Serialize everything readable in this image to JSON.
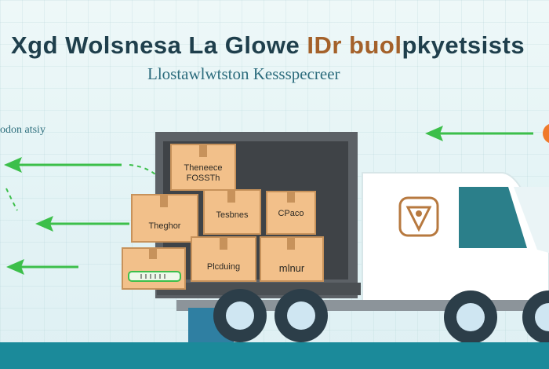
{
  "title": {
    "part1": "Xgd Wolsnesa La Glowe ",
    "part2": "IDr buol",
    "part3": "pkyetsists"
  },
  "subtitle": "Llostawlwtston  Kessspecreer",
  "side_label": "odon atsiy",
  "boxes": {
    "top": "Theneece\nFOSSTh",
    "middle_left": "Theghor",
    "middle_center": "Tesbnes",
    "middle_right": "CPaco",
    "bottom_center": "Plcduing",
    "bottom_right": "mlnur"
  },
  "colors": {
    "ground": "#1b8a9a",
    "arrow": "#3cbf4a",
    "box": "#f2c08a",
    "truck_body": "#ffffff",
    "cargo_frame": "#5c6166",
    "window": "#2b7f8a"
  },
  "icons": [
    "arrow-left-icon",
    "truck-logo-icon",
    "barcode-label-icon"
  ]
}
